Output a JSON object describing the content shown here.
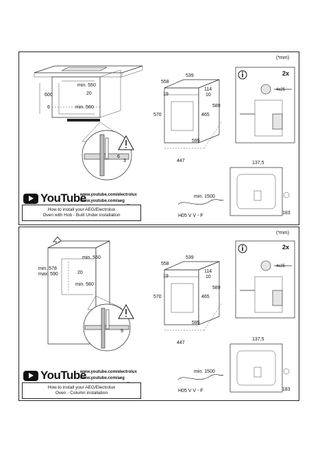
{
  "top": {
    "unit_note": "(*mm)",
    "dims": {
      "cab_w": "min. 550",
      "cab_20": "20",
      "cab_600": "600",
      "cab_6": "6",
      "cab_560": "min. 560",
      "det_6": "6",
      "det_3": "3"
    },
    "oven": {
      "w1": "558",
      "w2": "539",
      "d19": "19",
      "d114": "114",
      "d10": "10",
      "h570": "570",
      "h589": "589",
      "h465": "465",
      "d595": "595",
      "d447": "447"
    },
    "screw": {
      "count": "2x",
      "size": "4x25"
    },
    "plate": {
      "w": "137,5",
      "h": "183"
    },
    "cable": {
      "len": "min. 1500",
      "type": "H05 V V - F"
    },
    "youtube": {
      "word": "YouTube",
      "url1": "www.youtube.com/electrolux",
      "url2": "www.youtube.com/aeg"
    },
    "install_text_1": "How to install your AEG/Electrolux",
    "install_text_2": "Oven with Hob - Built Under installation"
  },
  "bottom": {
    "unit_note": "(*mm)",
    "dims": {
      "cab_550": "min. 550",
      "cab_578": "min. 578",
      "cab_590": "max. 590",
      "cab_20": "20",
      "cab_560": "min. 560",
      "det_9": "9"
    },
    "oven": {
      "w1": "558",
      "w2": "539",
      "d19": "19",
      "d114": "114",
      "d10": "10",
      "h570": "570",
      "h589": "589",
      "h465": "465",
      "d595": "595",
      "d447": "447"
    },
    "screw": {
      "count": "2x",
      "size": "4x25"
    },
    "plate": {
      "w": "137,5",
      "h": "183"
    },
    "cable": {
      "len": "min. 1500",
      "type": "H05 V V - F"
    },
    "youtube": {
      "word": "YouTube",
      "url1": "www.youtube.com/electrolux",
      "url2": "www.youtube.com/aeg"
    },
    "install_text_1": "How to install your AEG/Electrolux",
    "install_text_2": "Oven - Column installation"
  },
  "icons": {
    "warning": "warning-icon",
    "info": "info-icon",
    "magnifier": "magnifier-icon",
    "youtube": "youtube-icon",
    "up_arrow": "up-arrow-icon"
  }
}
